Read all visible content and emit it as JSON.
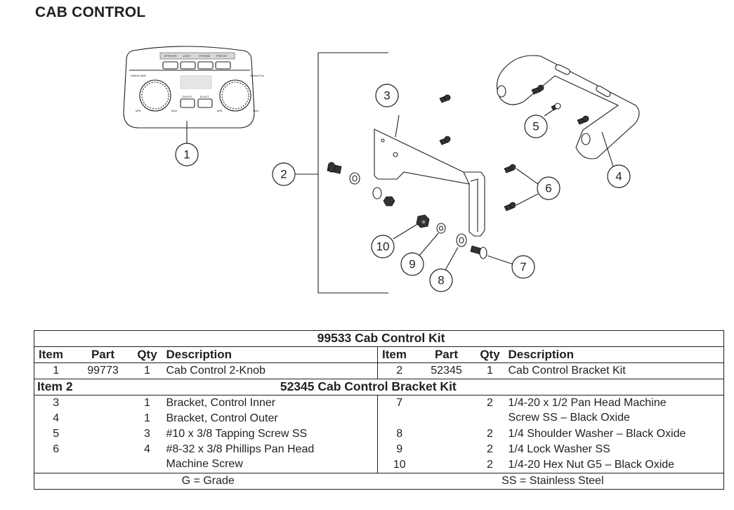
{
  "page_title": "CAB CONTROL",
  "diagram": {
    "callouts": [
      "1",
      "2",
      "3",
      "4",
      "5",
      "6",
      "7",
      "8",
      "9",
      "10"
    ],
    "control_buttons": [
      "OPERATE",
      "LIGHT",
      "STROBE",
      "PRESET"
    ],
    "left_knob_label": "Material Width",
    "right_knob_label": "Material Flow",
    "center_buttons": [
      "ON/OFF",
      "BLAST"
    ],
    "left_min": "MIN",
    "left_max": "MAX",
    "right_min": "MIN",
    "right_max": "MAX"
  },
  "kit_table": {
    "title": "99533  Cab Control Kit",
    "headers": {
      "item": "Item",
      "part": "Part",
      "qty": "Qty",
      "description": "Description"
    },
    "kit_left": {
      "item": "1",
      "part": "99773",
      "qty": "1",
      "description": "Cab Control 2-Knob"
    },
    "kit_right": {
      "item": "2",
      "part": "52345",
      "qty": "1",
      "description": "Cab Control Bracket Kit"
    },
    "section_label": "Item 2",
    "section_title": "52345  Cab Control Bracket Kit",
    "left_rows": [
      {
        "item": "3",
        "qty": "1",
        "description": "Bracket, Control Inner"
      },
      {
        "item": "4",
        "qty": "1",
        "description": "Bracket, Control Outer"
      },
      {
        "item": "5",
        "qty": "3",
        "description": "#10 x 3/8 Tapping Screw SS"
      },
      {
        "item": "6",
        "qty": "4",
        "description_line1": "#8-32 x 3/8 Phillips Pan Head",
        "description_line2": "Machine Screw"
      }
    ],
    "right_rows": [
      {
        "item": "7",
        "qty": "2",
        "description_line1": "1/4-20 x 1/2 Pan Head Machine",
        "description_line2": "Screw SS – Black Oxide"
      },
      {
        "item": "8",
        "qty": "2",
        "description": "1/4 Shoulder Washer – Black Oxide"
      },
      {
        "item": "9",
        "qty": "2",
        "description": "1/4 Lock Washer SS"
      },
      {
        "item": "10",
        "qty": "2",
        "description": "1/4-20 Hex Nut G5 – Black Oxide"
      }
    ],
    "footer_left": "G = Grade",
    "footer_right": "SS = Stainless Steel"
  }
}
